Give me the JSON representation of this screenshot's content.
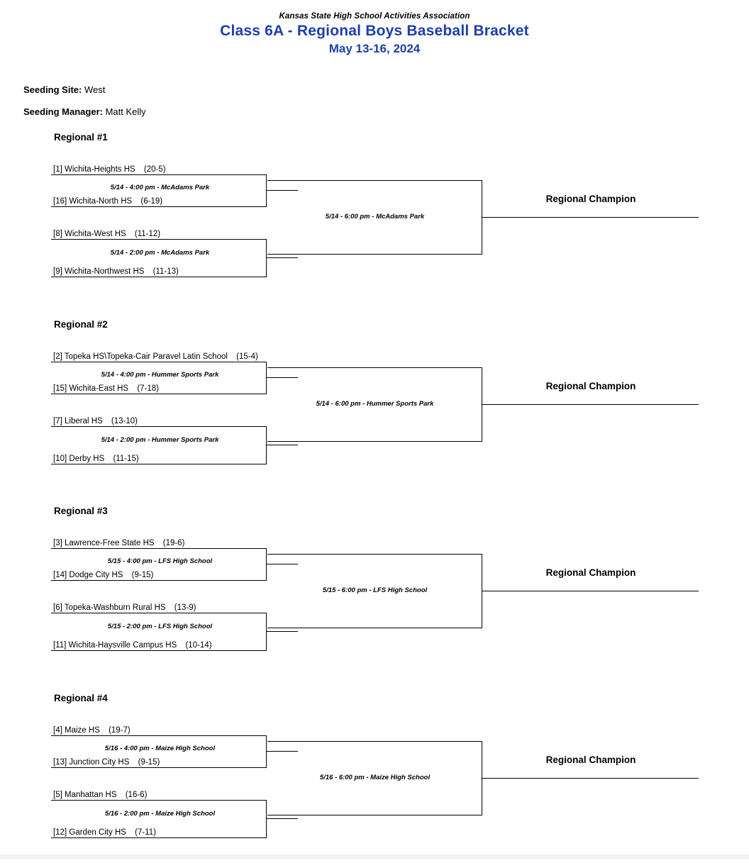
{
  "header": {
    "association": "Kansas State High School Activities Association",
    "title": "Class 6A - Regional Boys Baseball Bracket",
    "dates": "May 13-16, 2024",
    "title_color": "#1e3faa"
  },
  "meta": {
    "seeding_site_label": "Seeding Site:",
    "seeding_site_value": "West",
    "seeding_manager_label": "Seeding Manager:",
    "seeding_manager_value": "Matt Kelly"
  },
  "champion_label": "Regional Champion",
  "regionals": [
    {
      "name": "Regional #1",
      "teams": [
        {
          "seed": "[1]",
          "school": "Wichita-Heights HS",
          "record": "(20-5)"
        },
        {
          "seed": "[16]",
          "school": "Wichita-North HS",
          "record": "(6-19)"
        },
        {
          "seed": "[8]",
          "school": "Wichita-West HS",
          "record": "(11-12)"
        },
        {
          "seed": "[9]",
          "school": "Wichita-Northwest HS",
          "record": "(11-13)"
        }
      ],
      "game_top": "5/14 - 4:00 pm - McAdams Park",
      "game_bottom": "5/14 - 2:00 pm - McAdams Park",
      "game_final": "5/14 - 6:00 pm - McAdams Park",
      "champion": "Regional Champion"
    },
    {
      "name": "Regional #2",
      "teams": [
        {
          "seed": "[2]",
          "school": "Topeka HS\\Topeka-Cair Paravel Latin School",
          "record": "(15-4)"
        },
        {
          "seed": "[15]",
          "school": "Wichita-East HS",
          "record": "(7-18)"
        },
        {
          "seed": "[7]",
          "school": "Liberal HS",
          "record": "(13-10)"
        },
        {
          "seed": "[10]",
          "school": "Derby HS",
          "record": "(11-15)"
        }
      ],
      "game_top": "5/14 - 4:00 pm - Hummer Sports Park",
      "game_bottom": "5/14 - 2:00 pm - Hummer Sports Park",
      "game_final": "5/14 - 6:00 pm - Hummer Sports Park",
      "champion": "Regional Champion"
    },
    {
      "name": "Regional #3",
      "teams": [
        {
          "seed": "[3]",
          "school": "Lawrence-Free State HS",
          "record": "(19-6)"
        },
        {
          "seed": "[14]",
          "school": "Dodge City HS",
          "record": "(9-15)"
        },
        {
          "seed": "[6]",
          "school": "Topeka-Washburn Rural HS",
          "record": "(13-9)"
        },
        {
          "seed": "[11]",
          "school": "Wichita-Haysville Campus HS",
          "record": "(10-14)"
        }
      ],
      "game_top": "5/15 - 4:00 pm - LFS High School",
      "game_bottom": "5/15 - 2:00 pm - LFS High School",
      "game_final": "5/15 - 6:00 pm - LFS High School",
      "champion": "Regional Champion"
    },
    {
      "name": "Regional #4",
      "teams": [
        {
          "seed": "[4]",
          "school": "Maize HS",
          "record": "(19-7)"
        },
        {
          "seed": "[13]",
          "school": "Junction City HS",
          "record": "(9-15)"
        },
        {
          "seed": "[5]",
          "school": "Manhattan HS",
          "record": "(16-6)"
        },
        {
          "seed": "[12]",
          "school": "Garden City HS",
          "record": "(7-11)"
        }
      ],
      "game_top": "5/16 - 4:00 pm - Maize High School",
      "game_bottom": "5/16 - 2:00 pm - Maize High School",
      "game_final": "5/16 - 6:00 pm - Maize High School",
      "champion": "Regional Champion"
    }
  ]
}
